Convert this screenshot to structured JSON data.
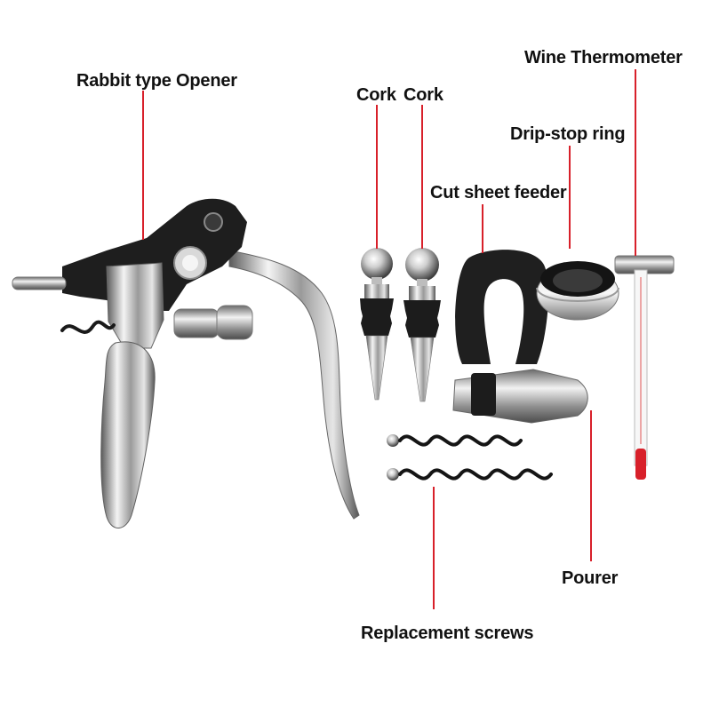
{
  "labels": {
    "opener": "Rabbit type Opener",
    "cork1": "Cork",
    "cork2": "Cork",
    "thermometer": "Wine Thermometer",
    "drip_ring": "Drip-stop ring",
    "foil_cutter": "Cut sheet feeder",
    "pourer": "Pourer",
    "screws": "Replacement screws"
  },
  "colors": {
    "leader_line": "#d8202a",
    "label_text": "#111111",
    "background": "#ffffff",
    "chrome_light": "#e8e8e8",
    "chrome_dark": "#6c6c6c",
    "black_plastic": "#1e1e1e"
  }
}
